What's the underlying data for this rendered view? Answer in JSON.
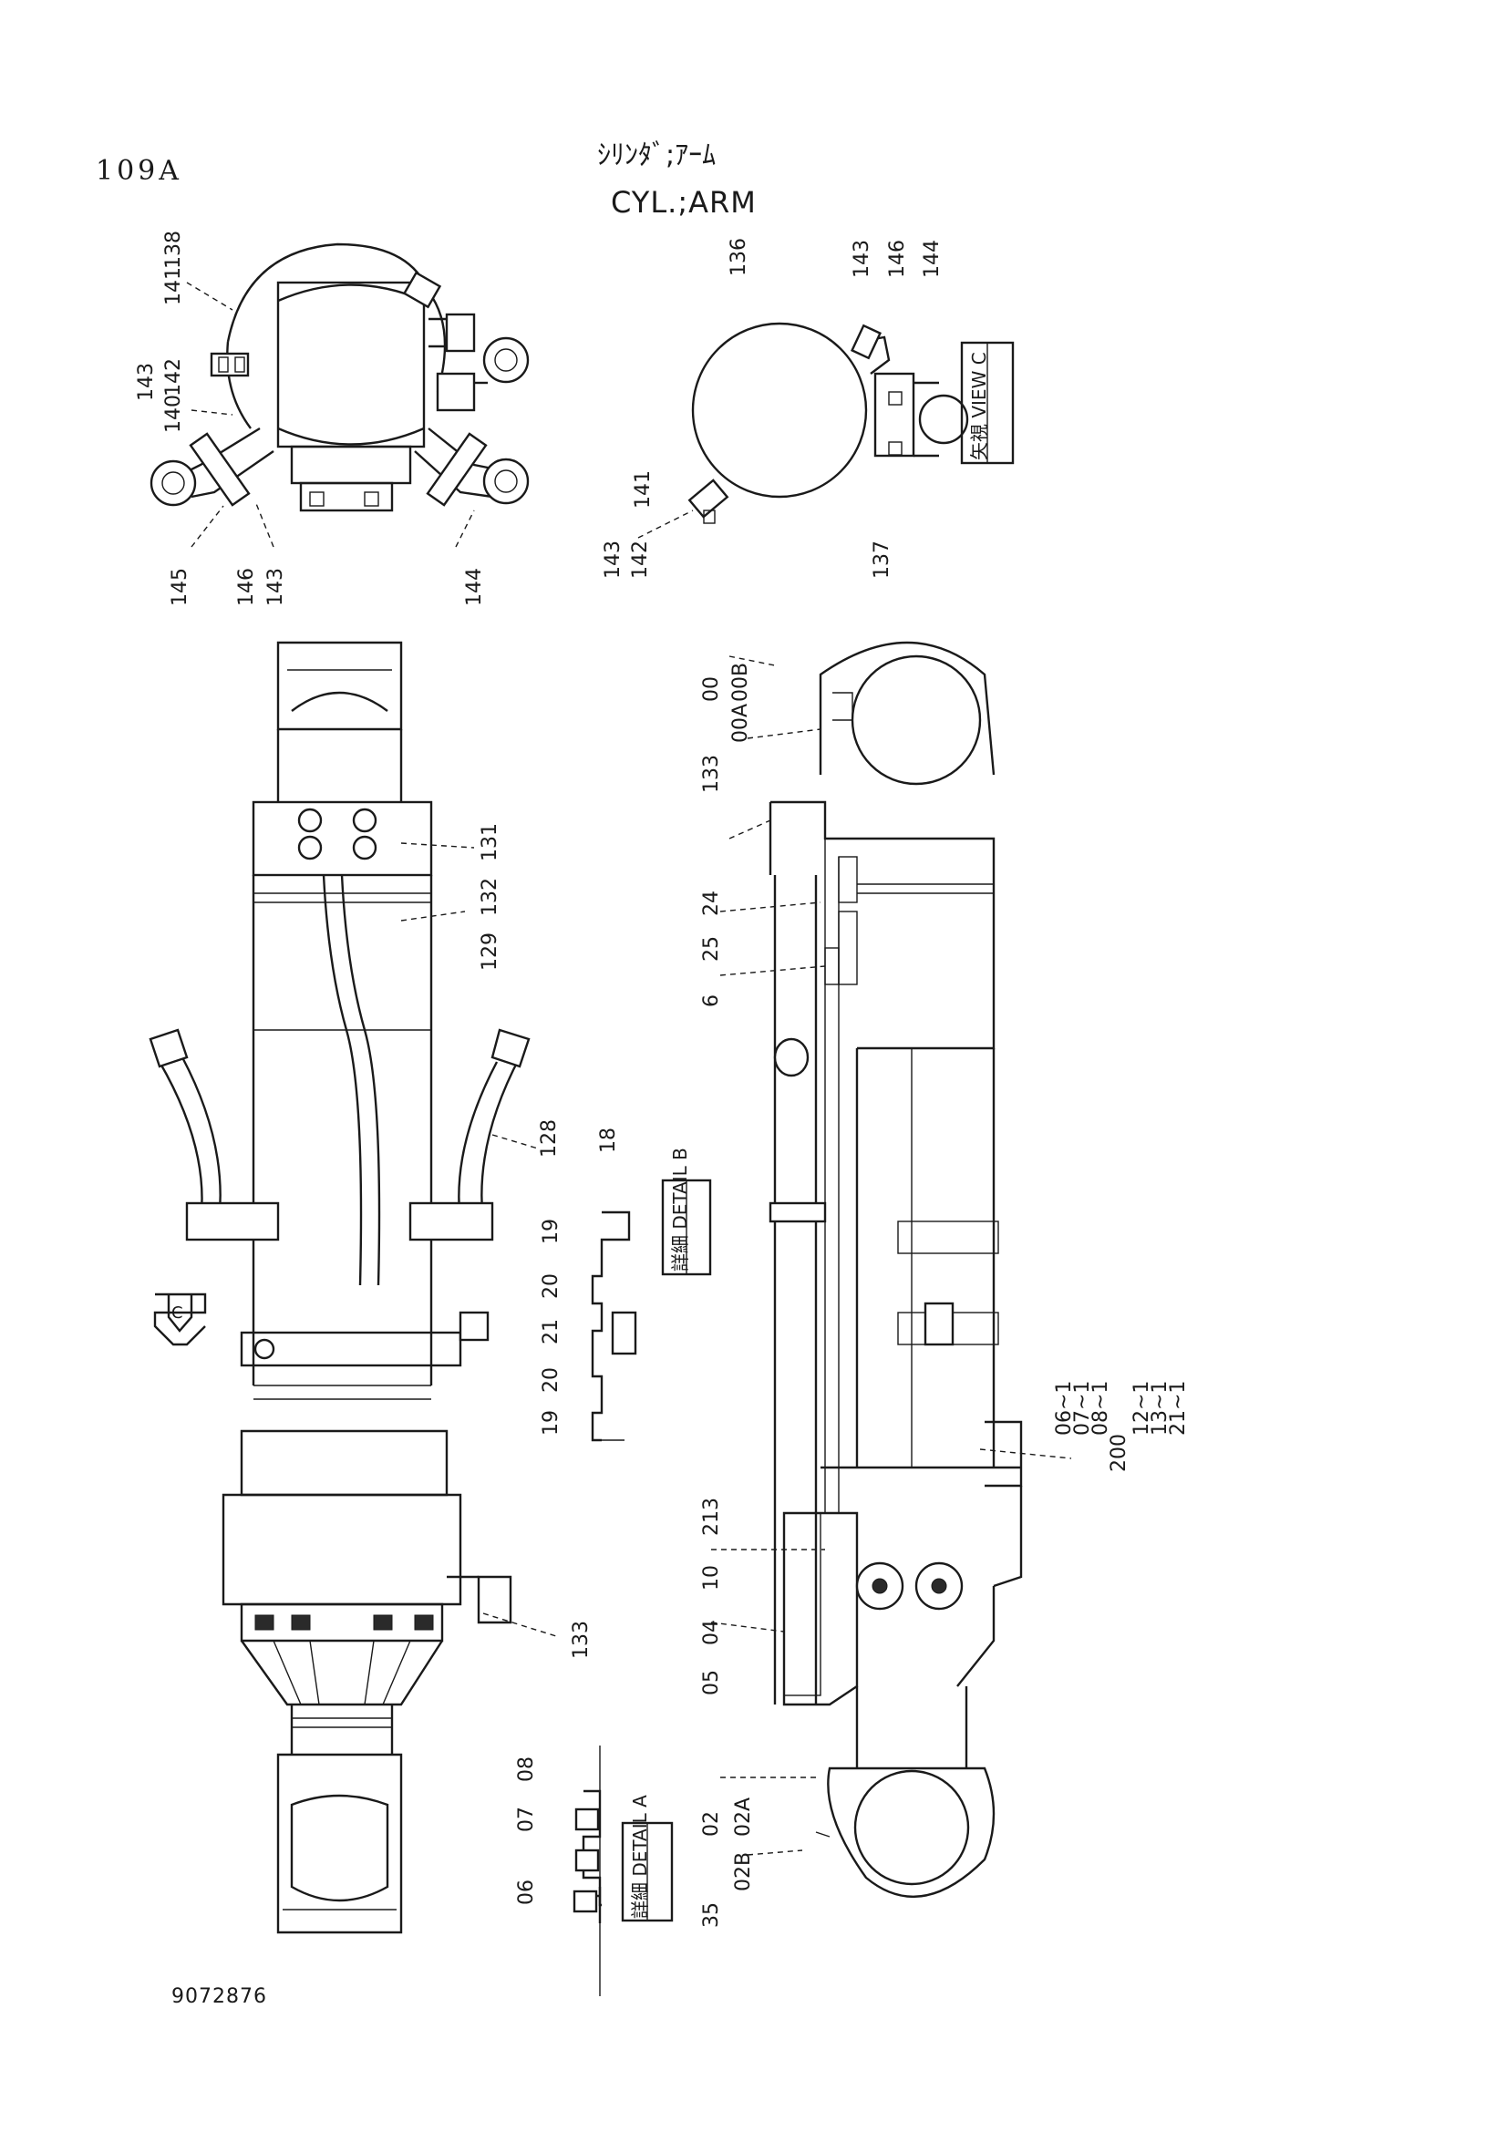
{
  "header": {
    "page_number": "109A",
    "title_jp": "ｼﾘﾝﾀﾞ;ｱｰﾑ",
    "title_en": "CYL.;ARM"
  },
  "views": {
    "view_c_box": "矢視 VIEW C",
    "detail_a_box": "詳細 DETAIL A",
    "detail_b_box": "詳細 DETAIL B",
    "arrow_c": "C"
  },
  "labels": {
    "l141": "141",
    "l138": "138",
    "l143a": "143",
    "l140": "140",
    "l142a": "142",
    "l145": "145",
    "l146a": "146",
    "l143b": "143",
    "l144a": "144",
    "l136": "136",
    "l143c": "143",
    "l146b": "146",
    "l144b": "144",
    "l141b": "141",
    "l143d": "143",
    "l142b": "142",
    "l137": "137",
    "l131": "131",
    "l132": "132",
    "l129": "129",
    "l128": "128",
    "l18": "18",
    "l19a": "19",
    "l20a": "20",
    "l21": "21",
    "l20b": "20",
    "l19b": "19",
    "l133a": "133",
    "l00": "00",
    "l00b": "00B",
    "l00a": "00A",
    "l133b": "133",
    "l24": "24",
    "l25": "25",
    "l6": "6",
    "l213": "213",
    "l10": "10",
    "l04": "04",
    "l05": "05",
    "l02": "02",
    "l02a": "02A",
    "l02b": "02B",
    "l35": "35",
    "l06": "06",
    "l07": "07",
    "l08": "08",
    "r06": "06~1",
    "r07": "07~1",
    "r08": "08~1",
    "r12": "12~1",
    "r13": "13~1",
    "r21": "21~1",
    "r200": "200"
  },
  "footer": {
    "doc_number": "9072876"
  }
}
